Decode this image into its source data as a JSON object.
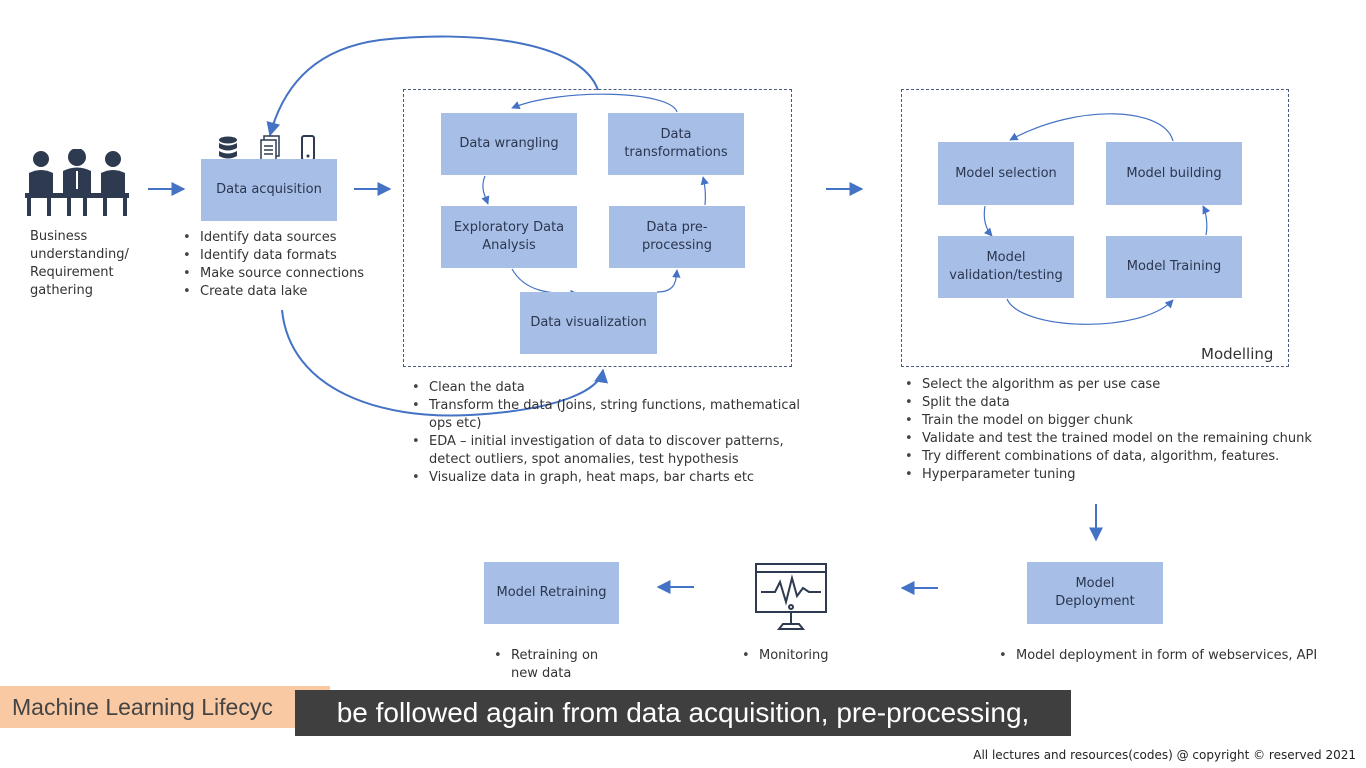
{
  "start": {
    "label": "Business understanding/ Requirement gathering",
    "label_lines": [
      "Business",
      "understanding/",
      "Requirement",
      "gathering"
    ]
  },
  "acquisition": {
    "title": "Data acquisition",
    "bullets": [
      "Identify data sources",
      "Identify data formats",
      "Make source connections",
      "Create data lake"
    ]
  },
  "prep": {
    "boxes": {
      "wrangling": "Data wrangling",
      "transformations": "Data transformations",
      "eda": "Exploratory Data Analysis",
      "preprocessing": "Data pre-processing",
      "visualization": "Data visualization"
    },
    "bullets": [
      "Clean the data",
      "Transform the data (Joins, string functions, mathematical ops etc)",
      "EDA – initial investigation of data to discover patterns, detect outliers, spot anomalies, test hypothesis",
      "Visualize data in graph, heat maps, bar charts etc"
    ]
  },
  "modelling": {
    "title": "Modelling",
    "boxes": {
      "selection": "Model selection",
      "building": "Model building",
      "validation": "Model validation/testing",
      "training": "Model Training"
    },
    "bullets": [
      "Select the algorithm as per use case",
      "Split the data",
      "Train the model on bigger chunk",
      "Validate and test the trained model on the remaining chunk",
      "Try different combinations of data, algorithm, features.",
      "Hyperparameter tuning"
    ]
  },
  "deployment": {
    "title": "Model Deployment",
    "bullet": "Model deployment in form of webservices, API"
  },
  "monitoring": {
    "bullet": "Monitoring"
  },
  "retraining": {
    "title": "Model Retraining",
    "bullet": "Retraining on new data"
  },
  "subtitle": "be followed again from data acquisition, pre-processing,",
  "course_tag": "Machine Learning Lifecyc",
  "footer": "All lectures and resources(codes) @ copyright © reserved 2021",
  "colors": {
    "box": "#a7bfe6",
    "arrow": "#4472c4",
    "subtitle_bg": "#3f3f3f",
    "tag_bg": "#f8c9a3"
  }
}
